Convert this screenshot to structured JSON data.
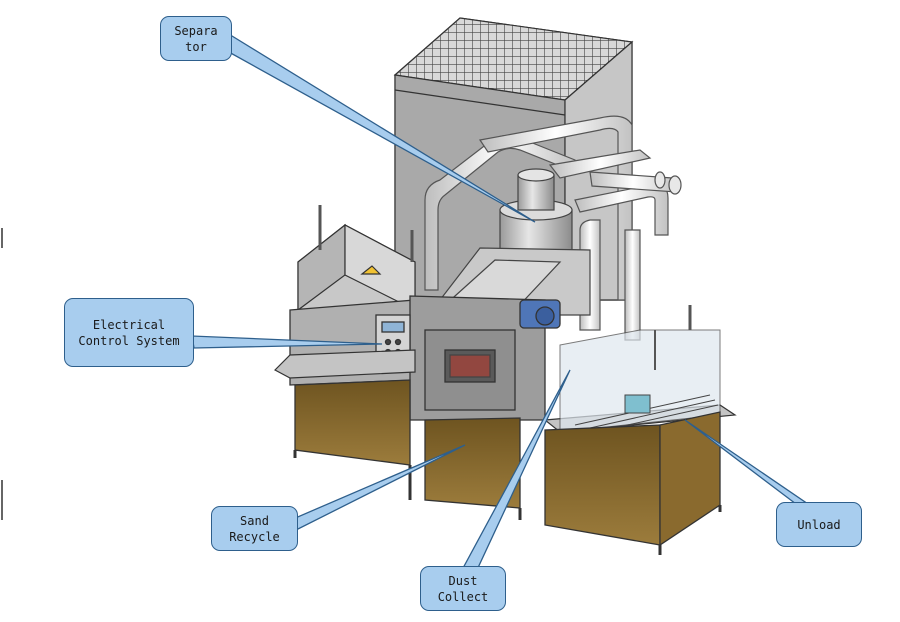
{
  "callouts": {
    "separator": "Separa\ntor",
    "electrical": "Electrical\nControl System",
    "sand_recycle": "Sand\nRecycle",
    "dust_collect": "Dust\nCollect",
    "unload": "Unload"
  },
  "colors": {
    "callout_fill": "#a8cdee",
    "callout_border": "#2e5f8c",
    "hopper_brown": "#8a6a2e",
    "machine_gray": "#b4b4b4"
  }
}
